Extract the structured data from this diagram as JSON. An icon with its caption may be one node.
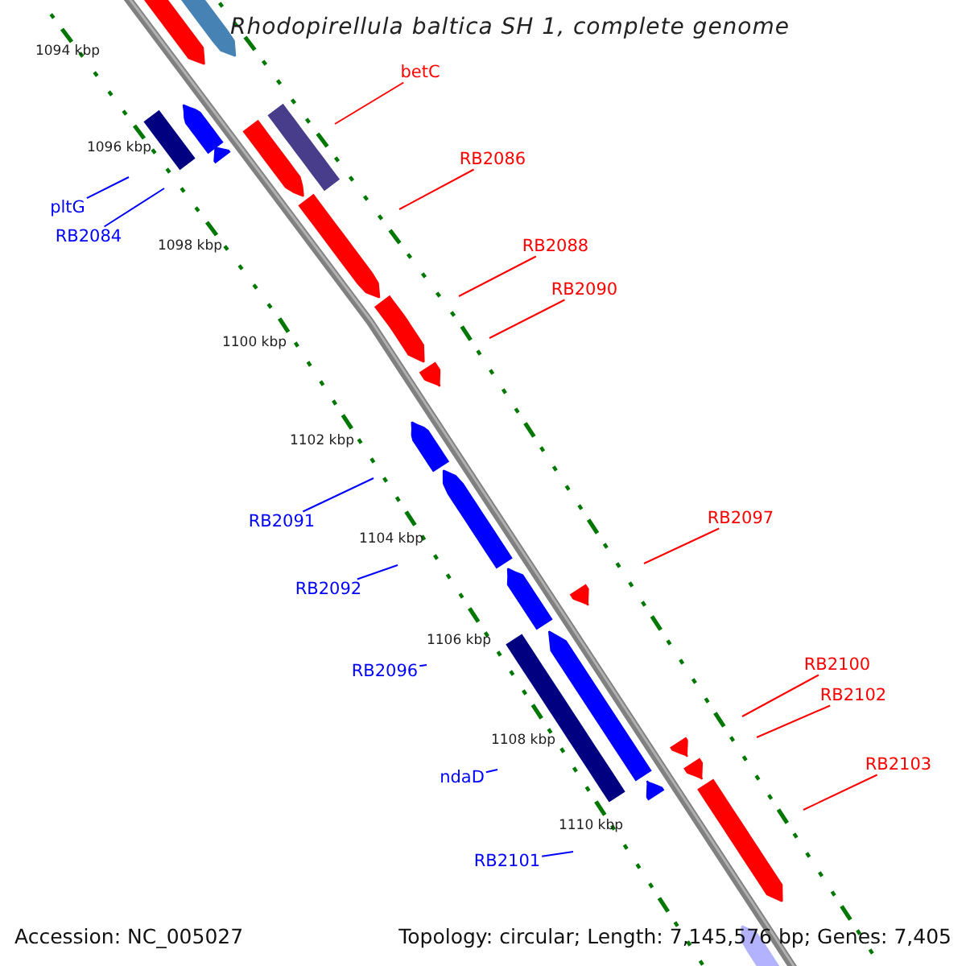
{
  "diagram": {
    "title": "Rhodopirellula baltica SH 1, complete genome",
    "nodes": [
      {
        "text": [
          "betC"
        ]
      },
      {
        "text": [
          "pltG"
        ]
      },
      {
        "text": [
          "RB2086"
        ]
      },
      {
        "text": [
          "RB2084"
        ]
      },
      {
        "text": [
          "RB2088"
        ]
      },
      {
        "text": [
          "RB2090"
        ]
      },
      {
        "text": [
          "RB2097"
        ]
      },
      {
        "text": [
          "RB2091"
        ]
      },
      {
        "text": [
          "RB2092"
        ]
      },
      {
        "text": [
          "RB2100"
        ]
      },
      {
        "text": [
          "RB2096"
        ]
      },
      {
        "text": [
          "RB2102"
        ]
      },
      {
        "text": [
          "RB2103"
        ]
      },
      {
        "text": [
          "ndaD"
        ]
      },
      {
        "text": [
          "RB2101"
        ]
      }
    ],
    "edges": [
      {
        "from": 0,
        "to": null,
        "arrow": "none"
      },
      {
        "from": 1,
        "to": null,
        "arrow": "none",
        "color": "#0000ff"
      },
      {
        "from": 2,
        "to": null,
        "arrow": "none"
      },
      {
        "from": 3,
        "to": null,
        "arrow": "none",
        "color": "#0000ff"
      },
      {
        "from": 4,
        "to": null,
        "arrow": "none"
      },
      {
        "from": 5,
        "to": null,
        "arrow": "none"
      },
      {
        "from": 6,
        "to": null,
        "arrow": "none"
      },
      {
        "from": 7,
        "to": null,
        "arrow": "none",
        "color": "#0000ff"
      },
      {
        "from": 8,
        "to": null,
        "arrow": "none",
        "color": "#0000ff"
      },
      {
        "from": 9,
        "to": null,
        "arrow": "none"
      },
      {
        "from": 10,
        "to": null,
        "arrow": "none",
        "color": "#0000ff"
      },
      {
        "from": 11,
        "to": null,
        "arrow": "none"
      },
      {
        "from": 12,
        "to": null,
        "arrow": "none"
      },
      {
        "from": 13,
        "to": null,
        "arrow": "none",
        "color": "#0000ff"
      },
      {
        "from": 14,
        "to": null,
        "arrow": "none",
        "color": "#0000ff"
      }
    ],
    "labels": [
      "1094 kbp",
      "1096 kbp",
      "1098 kbp",
      "1100 kbp",
      "1102 kbp",
      "1104 kbp",
      "1106 kbp",
      "1108 kbp",
      "1110 kbp",
      "Accession: NC_005027",
      "Topology: circular; Length: 7,145,576 bp; Genes: 7,405"
    ]
  }
}
